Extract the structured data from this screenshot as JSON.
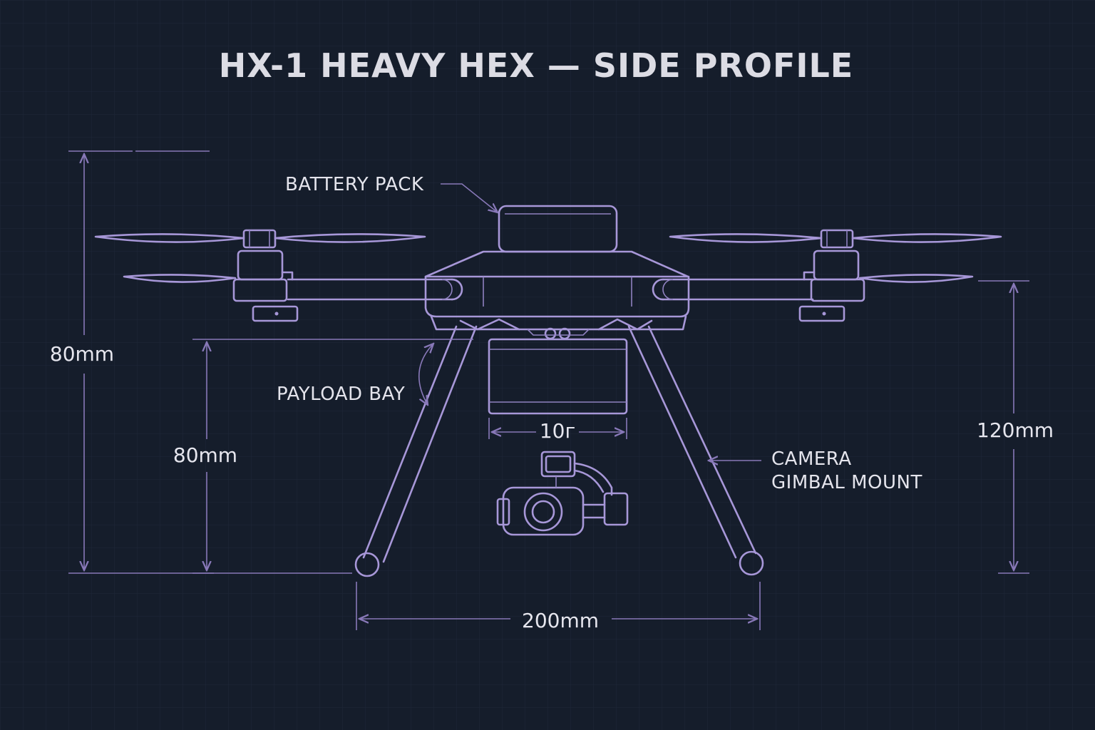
{
  "title": "HX-1 HEAVY HEX — SIDE PROFILE",
  "colors": {
    "background": "#151d2b",
    "grid": "#1e2838",
    "linework": "#a797d8",
    "text": "#e4e4ec"
  },
  "labels": {
    "battery_pack": "BATTERY PACK",
    "payload_bay": "PAYLOAD BAY",
    "camera_line1": "CAMERA",
    "camera_line2": "GIMBAL MOUNT"
  },
  "dimensions": {
    "overall_height": "80mm",
    "leg_height": "80mm",
    "payload_width": "10г",
    "right_height": "120mm",
    "leg_span": "200mm"
  }
}
